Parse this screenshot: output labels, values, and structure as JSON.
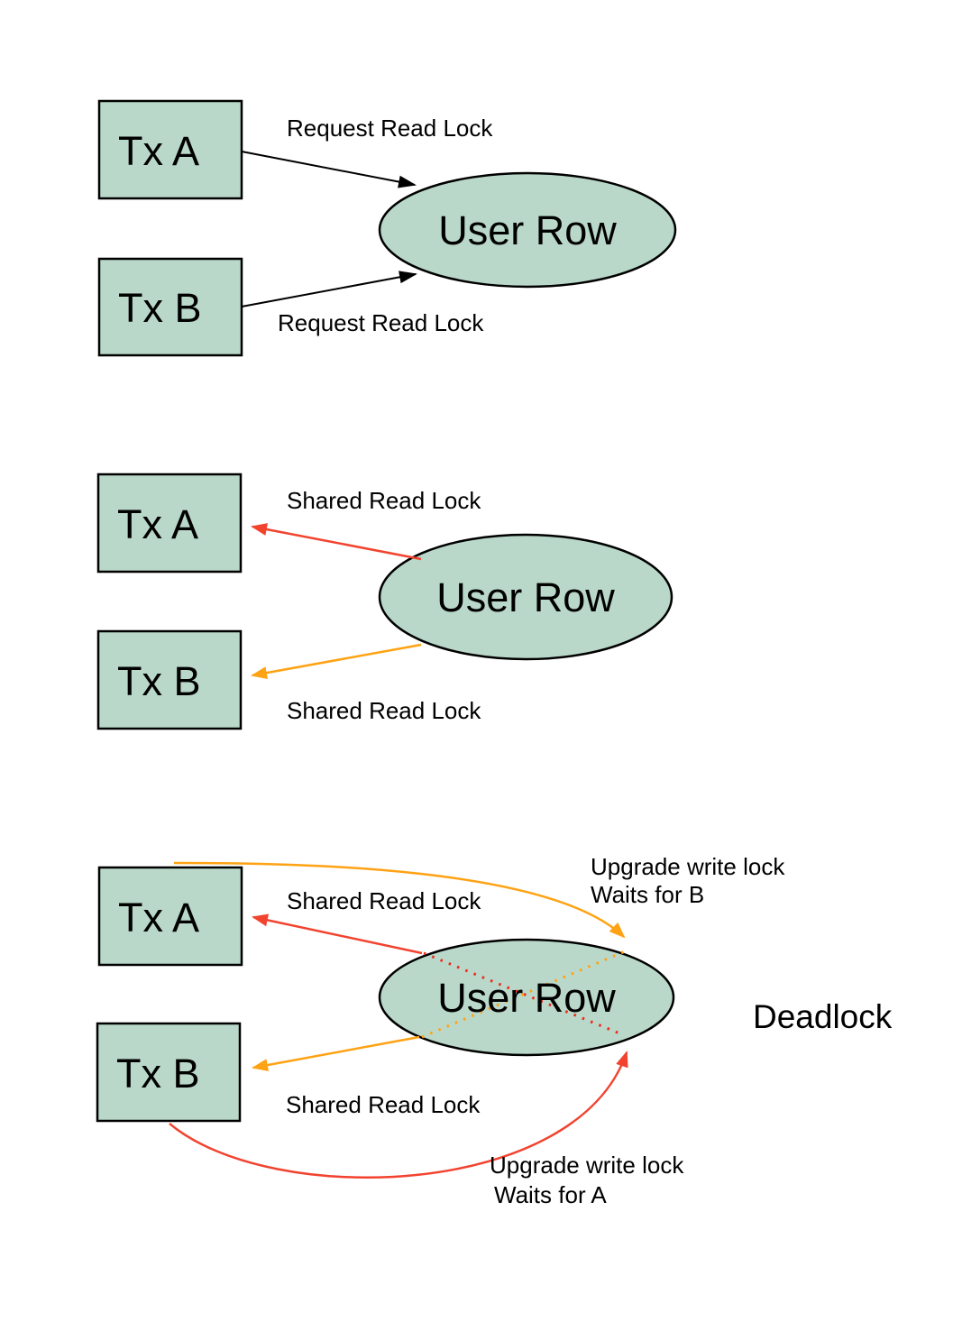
{
  "colors": {
    "shape_fill": "#b9d8c9",
    "shape_border": "#000000",
    "arrow_black": "#000000",
    "arrow_red": "#f2432f",
    "arrow_orange": "#ffa213",
    "text": "#000000",
    "background": "#ffffff"
  },
  "scene_request": {
    "tx_a": "Tx A",
    "tx_b": "Tx B",
    "user_row": "User Row",
    "label_tx_a": "Request Read Lock",
    "label_tx_b": "Request Read Lock"
  },
  "scene_shared": {
    "tx_a": "Tx A",
    "tx_b": "Tx B",
    "user_row": "User Row",
    "label_tx_a": "Shared Read Lock",
    "label_tx_b": "Shared Read Lock"
  },
  "scene_deadlock": {
    "tx_a": "Tx A",
    "tx_b": "Tx B",
    "user_row": "User Row",
    "label_tx_a": "Shared Read Lock",
    "label_tx_b": "Shared Read Lock",
    "upgrade_a_line1": "Upgrade write lock",
    "upgrade_a_line2": "Waits for B",
    "upgrade_b_line1": "Upgrade write lock",
    "upgrade_b_line2": "Waits for A",
    "deadlock_caption": "Deadlock"
  }
}
